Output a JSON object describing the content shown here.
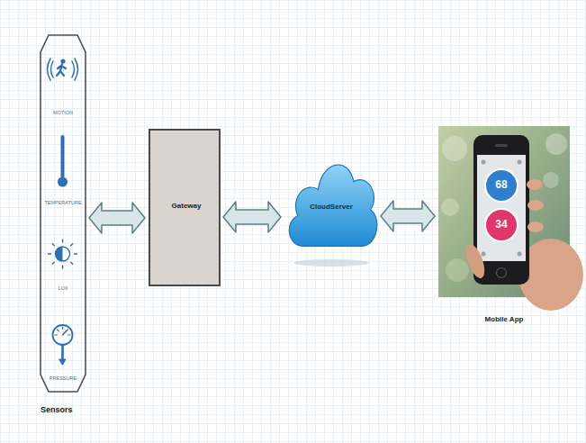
{
  "diagram": {
    "nodes": [
      {
        "text": [
          "MOTION",
          "TEMPERATURE",
          "LUX",
          "PRESSURE",
          "Sensors"
        ]
      },
      {
        "text": [
          "Gateway"
        ]
      },
      {
        "text": [
          "CloudServer"
        ]
      },
      {
        "text": [
          "Mobile App"
        ]
      }
    ],
    "edges": [
      {
        "from": 0,
        "to": 1,
        "arrow": "both"
      },
      {
        "from": 1,
        "to": 2,
        "arrow": "both"
      },
      {
        "from": 2,
        "to": 3,
        "arrow": "both"
      }
    ],
    "labels": [
      "68",
      "34"
    ]
  }
}
